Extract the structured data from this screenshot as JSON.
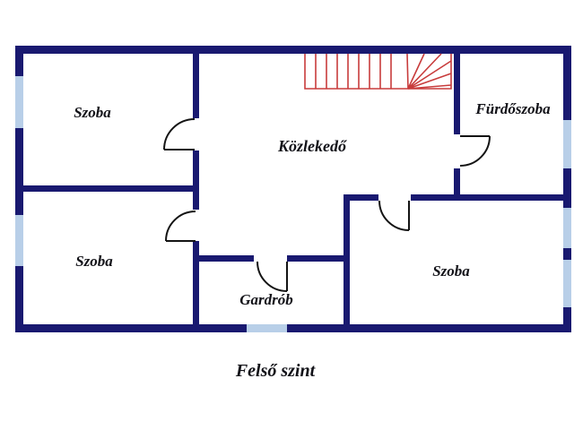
{
  "plan": {
    "labels": {
      "room_top_left": "Szoba",
      "hallway": "Közlekedő",
      "bathroom": "Fürdőszoba",
      "room_bottom_left": "Szoba",
      "wardrobe": "Gardrób",
      "room_bottom_right": "Szoba"
    },
    "caption": "Felső szint"
  },
  "colors": {
    "wall": "#191970",
    "window": "#b8cfe8",
    "stairs": "#c83c3c",
    "door": "#141414",
    "label": "#121218",
    "background": "#ffffff"
  }
}
